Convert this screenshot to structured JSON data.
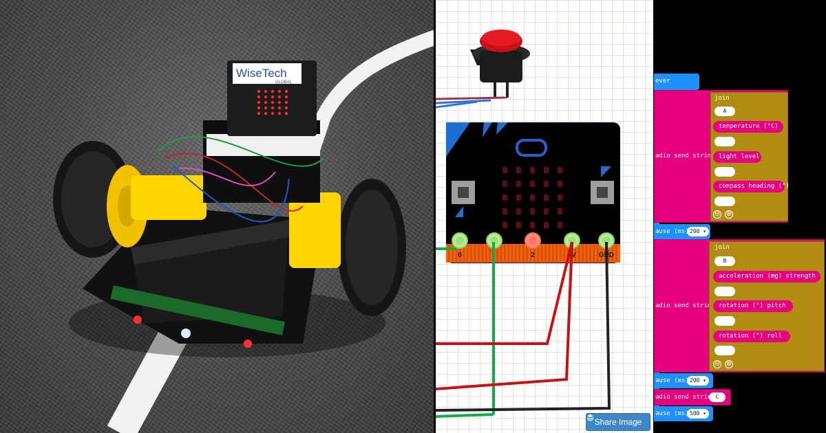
{
  "photo": {
    "board_brand": "WiseTech",
    "board_brand_sub": "GLOBAL"
  },
  "simulator": {
    "pins": [
      "0",
      "",
      "2",
      "3V",
      "GND"
    ],
    "share_button_label": "Share Image",
    "share_icon": "layers-icon"
  },
  "code": {
    "forever_label": "ever",
    "block1": {
      "radio_label": "adio send string",
      "join_label": "join",
      "items": [
        "A",
        "temperature (°C)",
        "",
        "light level",
        "",
        "compass heading (°)",
        ""
      ],
      "pause_label": "ause (ms)",
      "pause_value": "200 ▾"
    },
    "block2": {
      "radio_label": "adio send string",
      "join_label": "join",
      "items": [
        "B",
        "acceleration (mg)  strength",
        "",
        "rotation (°)  pitch",
        "",
        "rotation (°)  roll",
        ""
      ],
      "pause_label": "ause (ms)",
      "pause_value": "200 ▾"
    },
    "send_c": {
      "label": "adio send string",
      "value": "C"
    },
    "pause3": {
      "label": "ause (ms)",
      "value": "500 ▾"
    },
    "minus": "⊖",
    "plus": "⊕"
  }
}
